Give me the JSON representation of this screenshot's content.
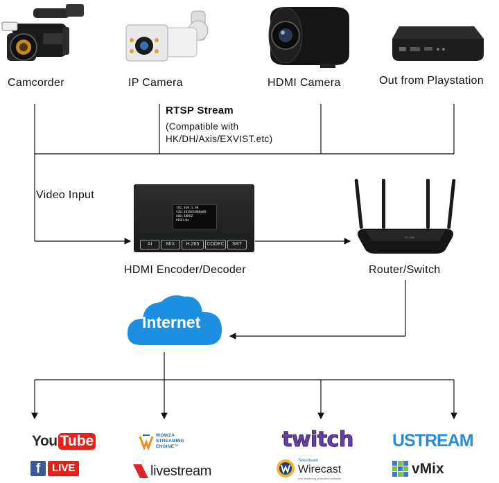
{
  "devices": {
    "camcorder": "Camcorder",
    "ip_camera": "IP Camera",
    "hdmi_camera": "HDMI Camera",
    "playstation": "Out from Playstation"
  },
  "rtsp": {
    "title": "RTSP Stream",
    "note_line1": "(Compatible with",
    "note_line2": "HK/DH/Axis/EXVIST.etc)"
  },
  "video_input": "Video Input",
  "encoder": {
    "label": "HDMI Encoder/Decoder",
    "buttons": [
      "AI",
      "MIX",
      "H.265",
      "CODEC",
      "SRT"
    ],
    "oled_lines": [
      "192.168.1.88",
      "VID:1920X1080@60",
      "AUD:48KHZ",
      "PUSH:No"
    ]
  },
  "router": {
    "label": "Router/Switch",
    "brand": "TP-LINK"
  },
  "internet": "Internet",
  "platforms": {
    "youtube_you": "You",
    "youtube_tube": "Tube",
    "facebook_live": "LIVE",
    "wowza_line1": "WOWZA",
    "wowza_line2": "STREAMING",
    "wowza_line3": "ENGINE™",
    "livestream": "livestream",
    "twitch": "twitch",
    "wirecast_brand": "Telestream",
    "wirecast": "Wirecast",
    "wirecast_tag": "Live streaming production software",
    "ustream": "USTREAM",
    "vmix": "vMix"
  },
  "colors": {
    "youtube_red": "#e62117",
    "facebook_blue": "#3b5998",
    "twitch_purple": "#6441a4",
    "ustream_blue": "#2a8bd8",
    "internet_blue": "#1d8fe0",
    "wowza_orange": "#f08a1c",
    "livestream_red": "#d9262a"
  }
}
